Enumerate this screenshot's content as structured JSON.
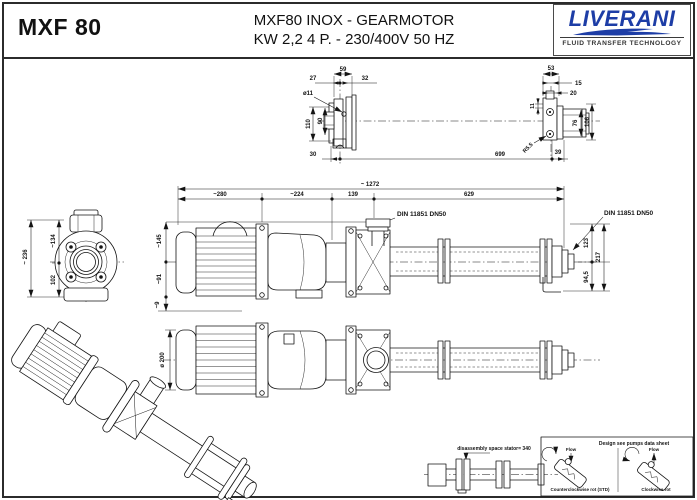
{
  "header": {
    "model": "MXF 80",
    "title_line1": "MXF80 INOX - GEARMOTOR",
    "title_line2": "KW 2,2 4 P. - 230/400V 50 HZ",
    "logo_brand": "LIVERANI",
    "logo_tagline": "FLUID TRANSFER TECHNOLOGY"
  },
  "views": {
    "inlet_flange_section": {
      "dim_59": "59",
      "dim_27": "27",
      "dim_32": "32",
      "dim_hole": "ø11",
      "dim_110": "110",
      "dim_90": "90",
      "dim_30": "30",
      "dim_699": "699"
    },
    "outlet_bracket_section": {
      "dim_53": "53",
      "dim_15": "15",
      "dim_20": "20",
      "dim_11": "11",
      "dim_76": "76",
      "dim_106": "106",
      "dim_radius": "R5.5",
      "dim_39": "39"
    },
    "side_view": {
      "dim_total": "~ 1272",
      "dim_motor": "~280",
      "dim_gearbox": "~224",
      "dim_139": "139",
      "dim_629": "629",
      "din_label_left": "DIN 11851 DN50",
      "din_label_right": "DIN 11851 DN50",
      "dim_145": "~145",
      "dim_91": "~91",
      "dim_9": "~9",
      "dim_123": "123",
      "dim_217": "217",
      "dim_94_5": "94,5"
    },
    "front_view": {
      "dim_236": "~ 236",
      "dim_134": "~134",
      "dim_102": "102"
    },
    "top_view": {
      "dim_200": "ø 200"
    },
    "disassembly_note": {
      "text": "disassembly space stator= 340"
    },
    "rotation_legend": {
      "title": "Design see pumps data sheet",
      "flow_left": "Flow",
      "flow_right": "Flow",
      "caption_left": "Counterclockwise rot (STD)",
      "caption_right": "Clockwise rot"
    }
  },
  "colors": {
    "logo_blue": "#1d3da6",
    "line": "#141414"
  }
}
